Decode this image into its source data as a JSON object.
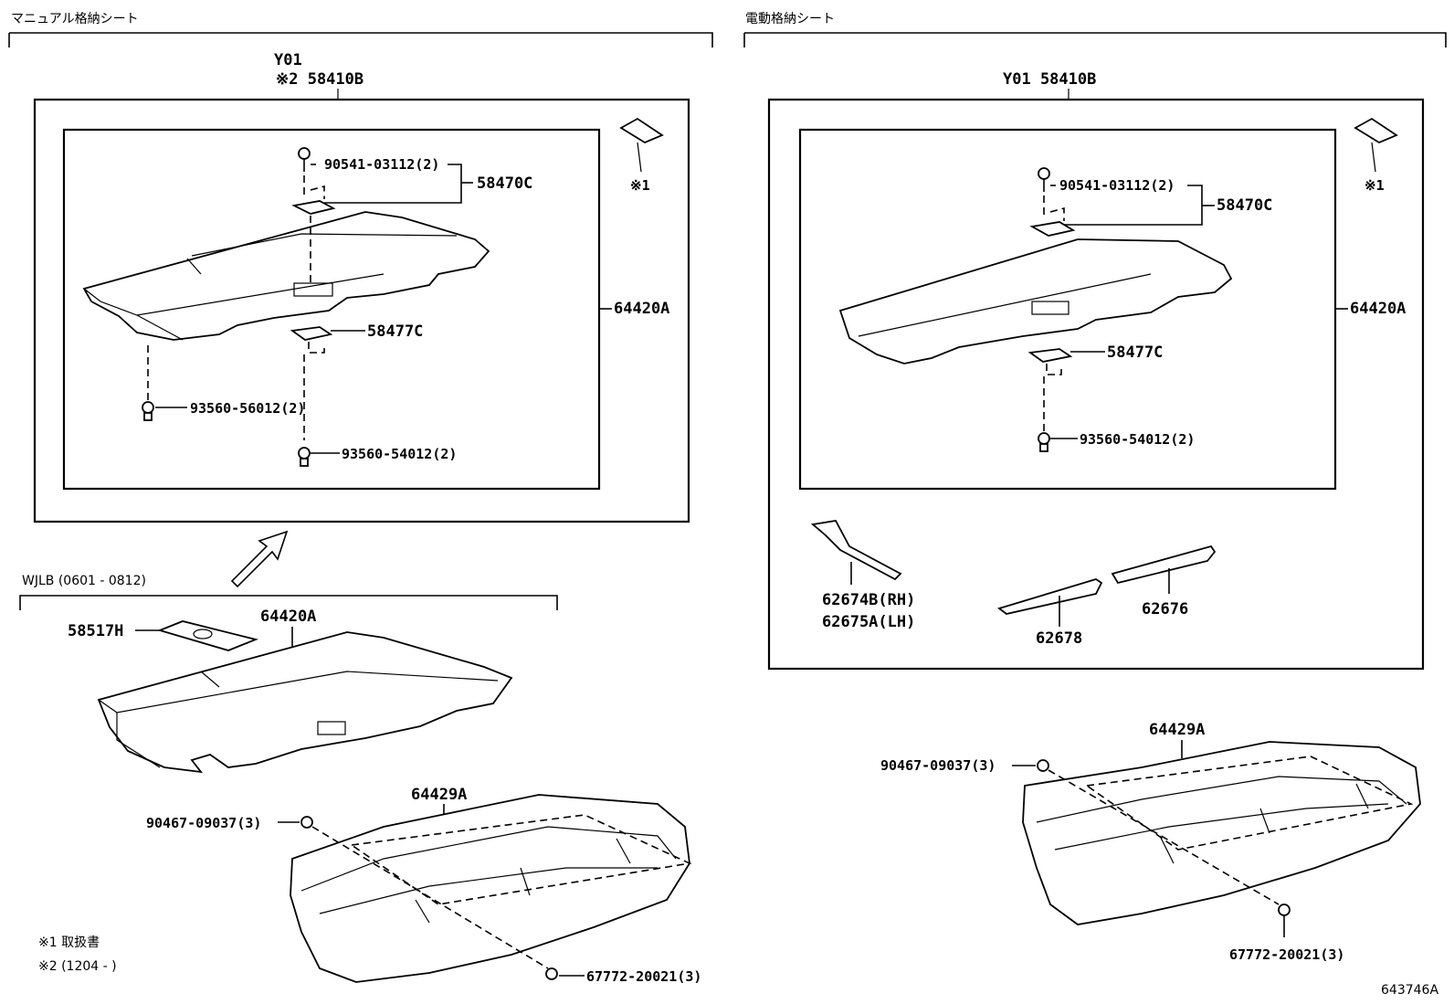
{
  "sections": {
    "left_title": "マニュアル格納シート",
    "right_title": "電動格納シート",
    "variant_label": "WJLB (0601 - 0812)"
  },
  "left": {
    "y01": "Y01",
    "assembly": "※2 58410B",
    "bolt_a": "90541-03112(2)",
    "group_c": "58470C",
    "board": "64420A",
    "bracket": "58477C",
    "screw_a": "93560-56012(2)",
    "screw_b": "93560-54012(2)",
    "note1": "※1"
  },
  "variant": {
    "cover": "58517H",
    "board": "64420A",
    "tray": "64429A",
    "clip": "90467-09037(3)",
    "fastener": "67772-20021(3)"
  },
  "right": {
    "assembly": "Y01 58410B",
    "bolt_a": "90541-03112(2)",
    "group_c": "58470C",
    "board": "64420A",
    "bracket": "58477C",
    "screw_b": "93560-54012(2)",
    "note1": "※1",
    "strip_rh": "62674B(RH)",
    "strip_lh": "62675A(LH)",
    "strip_a": "62678",
    "strip_b": "62676",
    "tray": "64429A",
    "clip": "90467-09037(3)",
    "fastener": "67772-20021(3)"
  },
  "notes": {
    "note1": "※1 取扱書",
    "note2": "※2 (1204 -    )"
  },
  "figure_id": "643746A"
}
